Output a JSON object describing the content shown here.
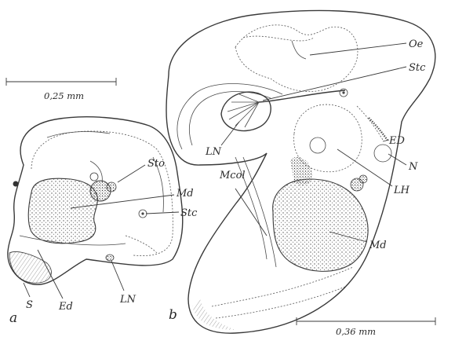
{
  "figure_a": {
    "panel": "a",
    "scale_label": "0,25 mm",
    "labels": {
      "sto": "Sto",
      "md": "Md",
      "stc": "Stc",
      "s": "S",
      "ed": "Ed",
      "ln": "LN"
    }
  },
  "figure_b": {
    "panel": "b",
    "scale_label": "0,36 mm",
    "labels": {
      "oe": "Oe",
      "stc": "Stc",
      "ed": "ED",
      "n": "N",
      "lh": "LH",
      "md": "Md",
      "ln": "LN",
      "mcol": "Mcol"
    }
  },
  "colors": {
    "ink": "#3a3a3a",
    "background": "#ffffff"
  }
}
